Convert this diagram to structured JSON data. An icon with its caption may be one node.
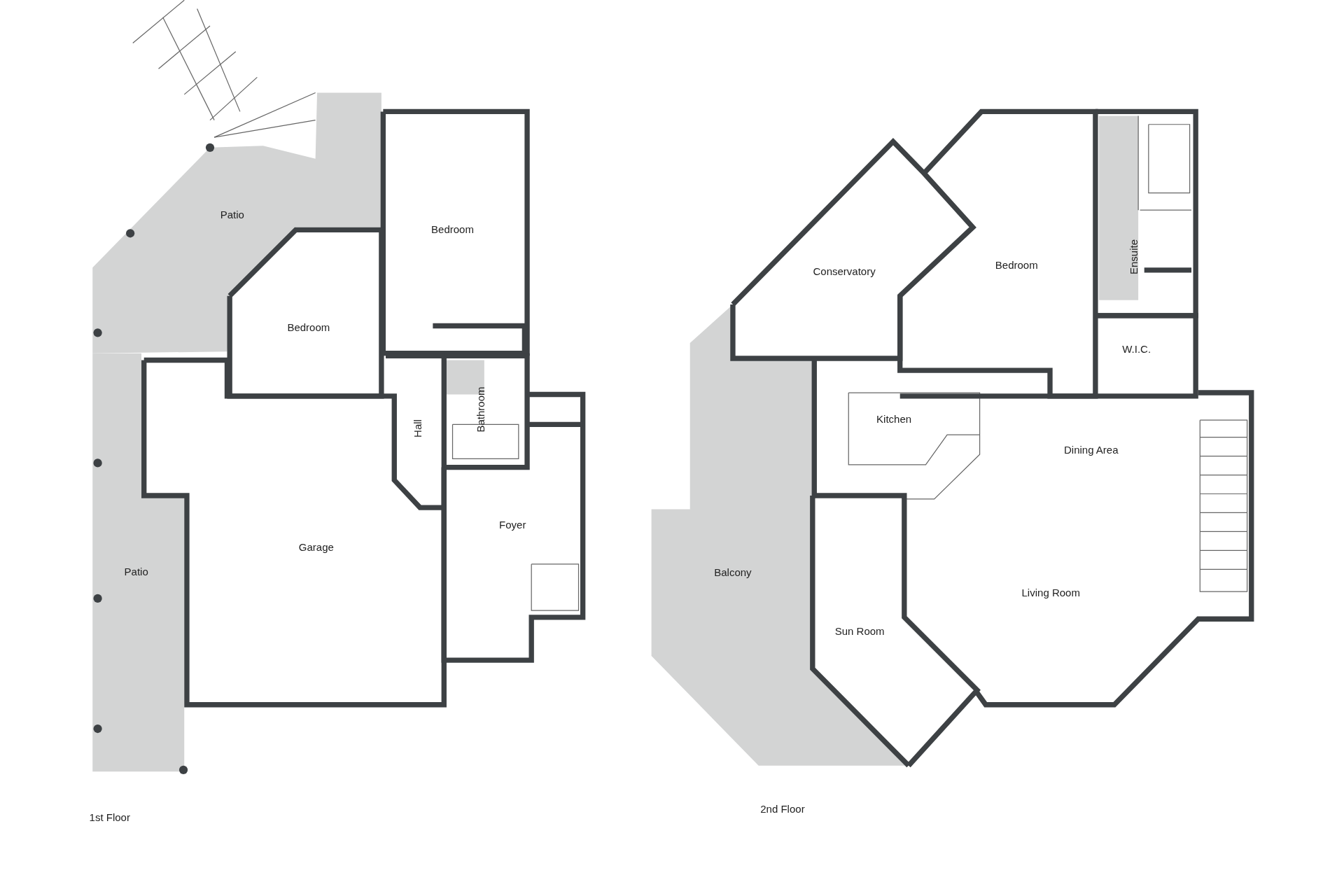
{
  "diagram": {
    "nodes": [
      {
        "text": [
          "Patio"
        ]
      },
      {
        "text": [
          "Bedroom"
        ]
      },
      {
        "text": [
          "Bedroom"
        ]
      },
      {
        "text": [
          "Hall"
        ]
      },
      {
        "text": [
          "Bathroom"
        ]
      },
      {
        "text": [
          "Garage"
        ]
      },
      {
        "text": [
          "Foyer"
        ]
      },
      {
        "text": [
          "Patio"
        ]
      },
      {
        "text": [
          "Conservatory"
        ]
      },
      {
        "text": [
          "Bedroom"
        ]
      },
      {
        "text": [
          "Ensuite"
        ]
      },
      {
        "text": [
          "W.I.C."
        ]
      },
      {
        "text": [
          "Kitchen"
        ]
      },
      {
        "text": [
          "Dining Area"
        ]
      },
      {
        "text": [
          "Balcony"
        ]
      },
      {
        "text": [
          "Living Room"
        ]
      },
      {
        "text": [
          "Sun Room"
        ]
      }
    ],
    "labels": [
      "1st Floor",
      "2nd Floor"
    ]
  }
}
